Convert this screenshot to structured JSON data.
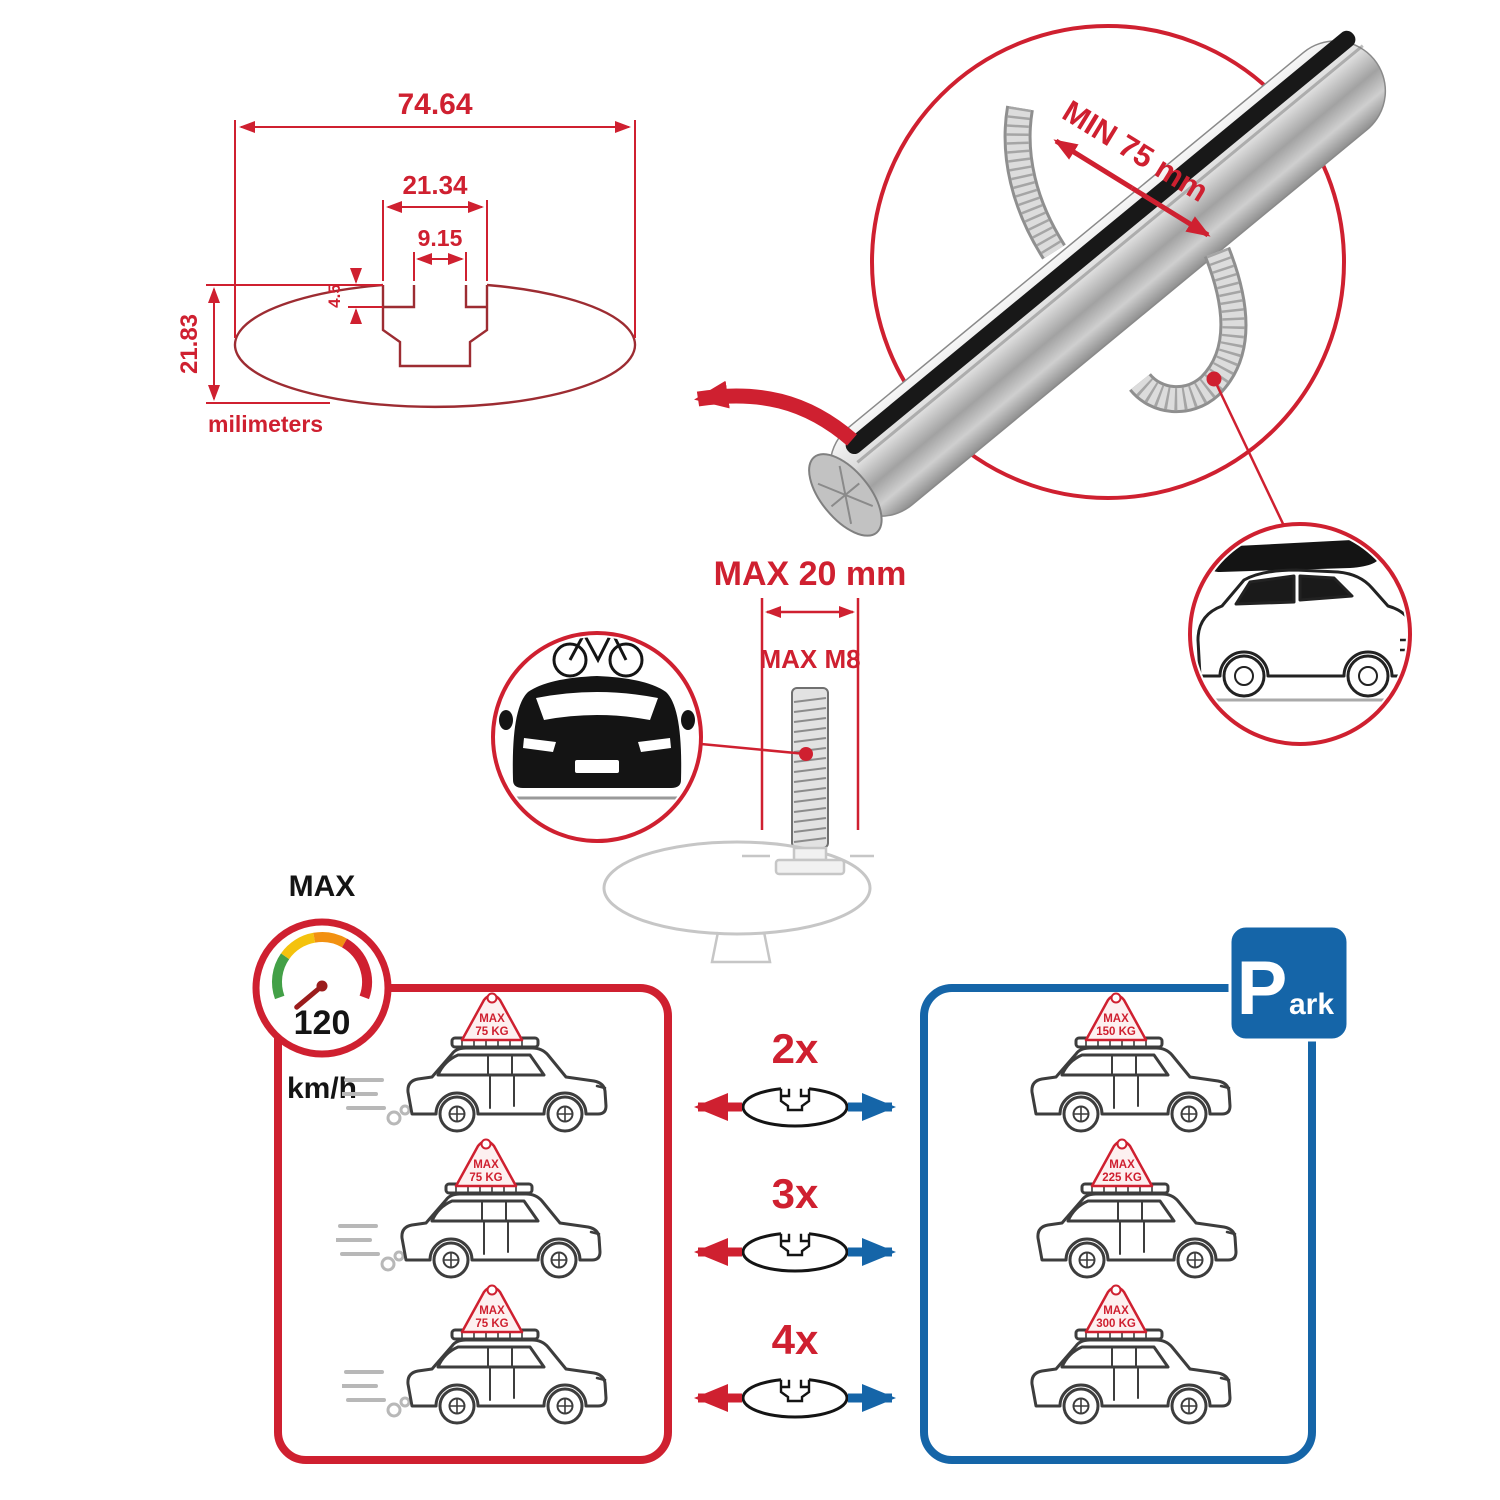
{
  "colors": {
    "red": "#cf2030",
    "blue": "#1565a8",
    "dark": "#141414",
    "profile_outline": "#9d2c32",
    "ghost_gray": "#c6c6c6"
  },
  "cross_section": {
    "total_width": "74.64",
    "channel_outer_width": "21.34",
    "channel_inner_width": "9.15",
    "lip_height": "4.5",
    "total_height": "21.83",
    "units": "milimeters"
  },
  "bar_detail": {
    "min_span": "MIN 75 mm"
  },
  "bolt_spec": {
    "max_width": "MAX 20 mm",
    "max_thread": "MAX M8"
  },
  "speed_limit": {
    "label": "MAX",
    "value": "120",
    "unit": "km/h"
  },
  "park_sign": {
    "letter": "P",
    "rest": "ark"
  },
  "comparison": {
    "rows": [
      {
        "multiplier": "2x",
        "drive_tag_line1": "MAX",
        "drive_tag_line2": "75 KG",
        "park_tag_line1": "MAX",
        "park_tag_line2": "150 KG"
      },
      {
        "multiplier": "3x",
        "drive_tag_line1": "MAX",
        "drive_tag_line2": "75 KG",
        "park_tag_line1": "MAX",
        "park_tag_line2": "225 KG"
      },
      {
        "multiplier": "4x",
        "drive_tag_line1": "MAX",
        "drive_tag_line2": "75 KG",
        "park_tag_line1": "MAX",
        "park_tag_line2": "300 KG"
      }
    ]
  }
}
